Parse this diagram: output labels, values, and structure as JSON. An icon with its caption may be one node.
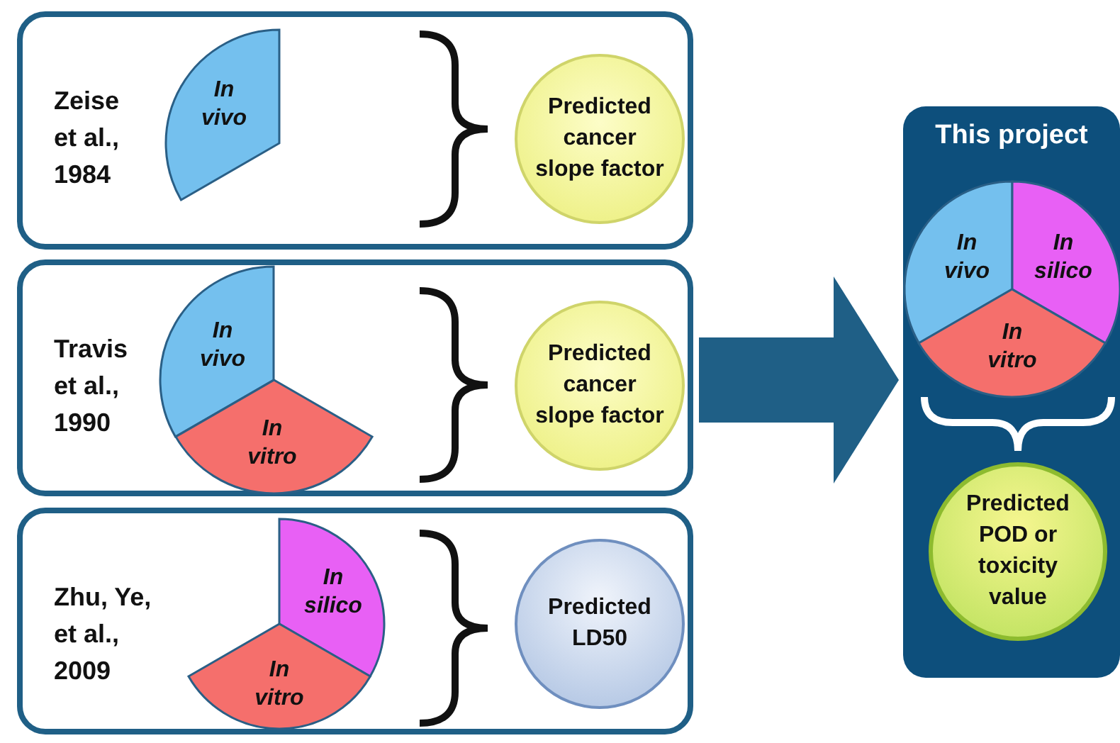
{
  "diagram": {
    "nodes": [
      {
        "text": [
          "Zeise et al., 1984"
        ]
      },
      {
        "text": [
          "In vivo"
        ],
        "in": 0
      },
      {
        "text": [
          "Predicted cancer slope factor"
        ],
        "in": 0
      },
      {
        "text": [
          "Travis et al., 1990"
        ]
      },
      {
        "text": [
          "In vivo"
        ],
        "in": 3
      },
      {
        "text": [
          "In vitro"
        ],
        "in": 3
      },
      {
        "text": [
          "Predicted cancer slope factor"
        ],
        "in": 3
      },
      {
        "text": [
          "Zhu, Ye, et al., 2009"
        ]
      },
      {
        "text": [
          "In silico"
        ],
        "in": 7
      },
      {
        "text": [
          "In vitro"
        ],
        "in": 7
      },
      {
        "text": [
          "Predicted LD50"
        ],
        "in": 7
      },
      {
        "text": [
          "This project"
        ]
      },
      {
        "text": [
          "In vivo"
        ],
        "in": 11
      },
      {
        "text": [
          "In silico"
        ],
        "in": 11
      },
      {
        "text": [
          "In vitro"
        ],
        "in": 11
      },
      {
        "text": [
          "Predicted POD or toxicity value"
        ],
        "in": 11
      }
    ],
    "edges": [
      {
        "from": 3,
        "to": 11,
        "arrow": "to"
      }
    ]
  }
}
